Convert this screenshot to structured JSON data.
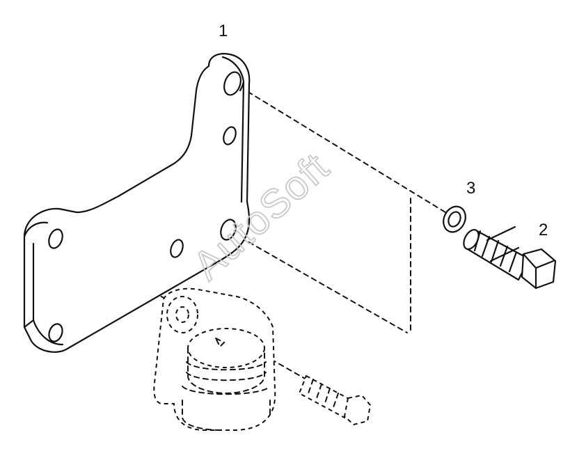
{
  "callouts": {
    "part_1": "1",
    "part_2": "2",
    "part_3": "3"
  },
  "watermark": "AutoSoft"
}
